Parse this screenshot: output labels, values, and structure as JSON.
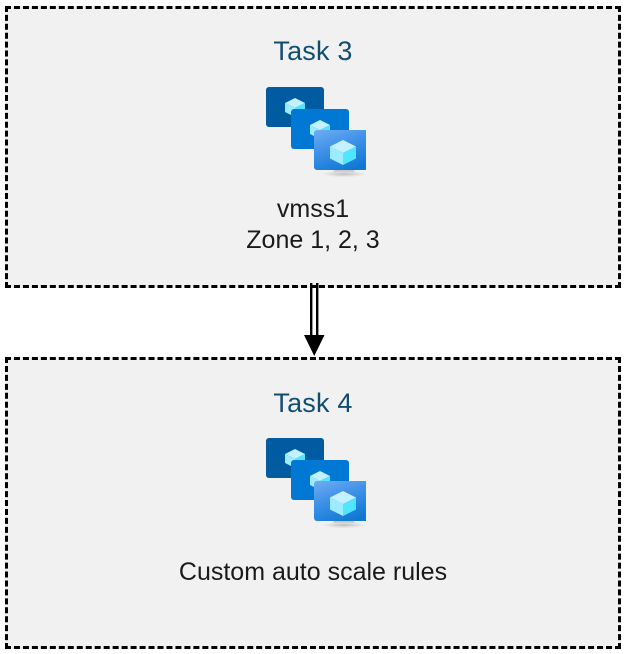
{
  "diagram": {
    "background_color": "#ffffff",
    "box_fill_color": "#f1f1f1",
    "box_border_color": "#000000",
    "title_color": "#124D70",
    "caption_color": "#1a1a1a",
    "connector": {
      "icon_name": "down-arrow-connector",
      "style": "double-line-with-solid-arrowhead",
      "direction": "down",
      "color": "#000000",
      "from": "Task 3",
      "to": "Task 4"
    },
    "icon_colors": {
      "monitor_back": "#005BA1",
      "monitor_middle": "#0078D4",
      "monitor_front_top": "#5EA0EF",
      "monitor_front_bottom": "#0F7FD9",
      "cube_light": "#C3F1FF",
      "cube_mid": "#9CEBFF",
      "cube_dark": "#50E6FF",
      "stand_gray": "#9A9A9A"
    },
    "boxes": [
      {
        "id": "task-3",
        "title": "Task 3",
        "icon_name": "vm-scale-set-icon",
        "caption_lines": [
          "vmss1",
          "Zone 1, 2, 3"
        ]
      },
      {
        "id": "task-4",
        "title": "Task 4",
        "icon_name": "vm-scale-set-icon",
        "caption_lines": [
          "Custom auto scale rules"
        ]
      }
    ]
  }
}
